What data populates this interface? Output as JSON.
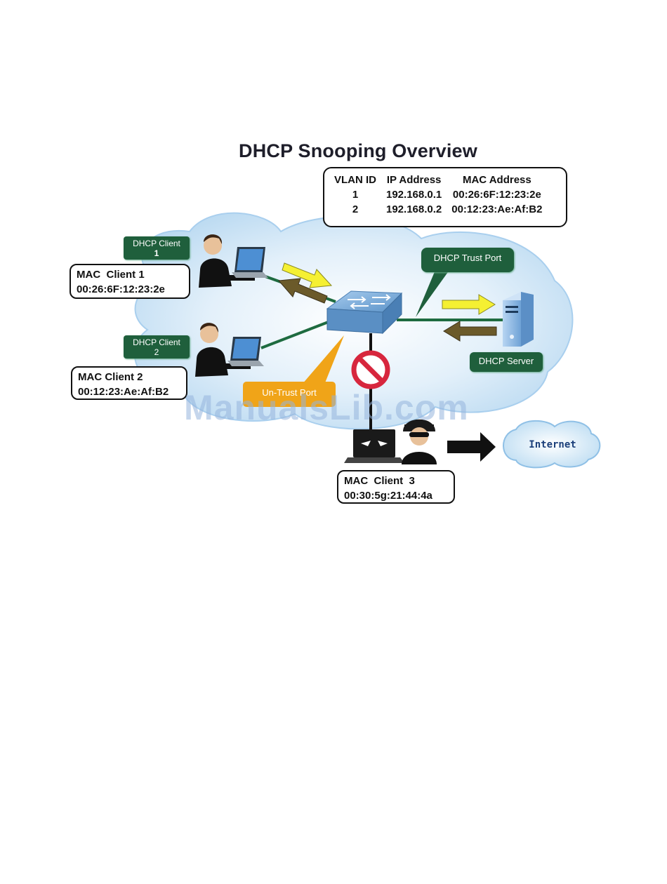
{
  "title": "DHCP Snooping Overview",
  "binding_table": {
    "headers": [
      "VLAN ID",
      "IP Address",
      "MAC Address"
    ],
    "rows": [
      [
        "1",
        "192.168.0.1",
        "00:26:6F:12:23:2e"
      ],
      [
        "2",
        "192.168.0.2",
        "00:12:23:Ae:Af:B2"
      ]
    ]
  },
  "clients": {
    "client1": {
      "tag_line1": "DHCP Client",
      "tag_line2": "1",
      "mac_label": "MAC  Client 1",
      "mac": "00:26:6F:12:23:2e"
    },
    "client2": {
      "tag_line1": "DHCP Client",
      "tag_line2": "2",
      "mac_label": "MAC Client 2",
      "mac": "00:12:23:Ae:Af:B2"
    },
    "client3": {
      "mac_label": "MAC  Client  3",
      "mac": "00:30:5g:21:44:4a"
    }
  },
  "labels": {
    "trust_port": "DHCP Trust Port",
    "untrust_port": "Un-Trust Port",
    "dhcp_server": "DHCP Server",
    "internet": "Internet"
  },
  "watermark": "ManualsLib.com",
  "colors": {
    "cloud": "#cfe6f7",
    "link_green": "#1e6b40",
    "tag_green": "#1f5f3c",
    "switch_blue": "#6fa5d6",
    "server_blue": "#8fbbe6",
    "arrow_yellow": "#f5f032",
    "arrow_brown": "#6b5a2a",
    "untrust_orange": "#f0a418",
    "block_red": "#d7263d"
  }
}
